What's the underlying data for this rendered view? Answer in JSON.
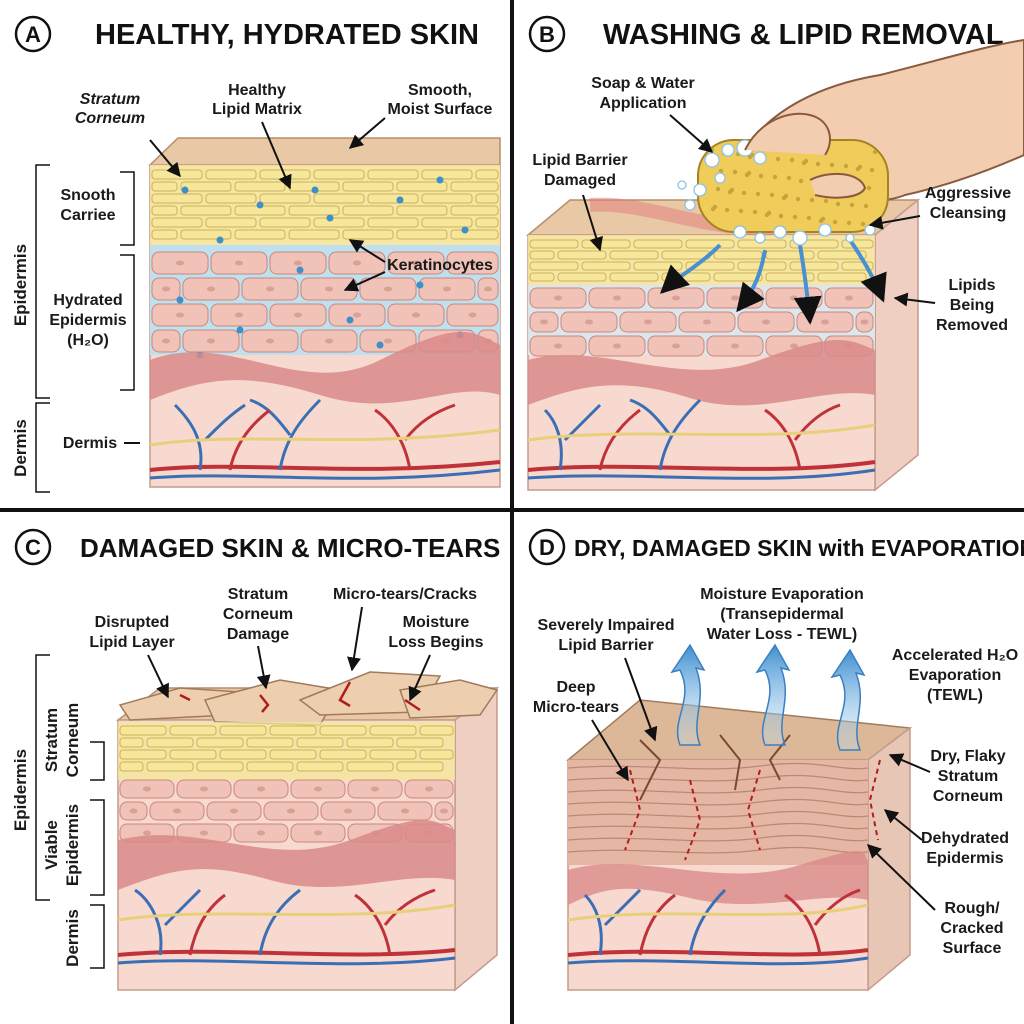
{
  "panels": {
    "a": {
      "letter": "A",
      "title": "HEALTHY, HYDRATED SKIN",
      "labels": {
        "stratum_corneum_1": "Stratum",
        "stratum_corneum_2": "Corneum",
        "lipid_matrix_1": "Healthy",
        "lipid_matrix_2": "Lipid Matrix",
        "smooth_surface_1": "Smooth,",
        "smooth_surface_2": "Moist Surface",
        "smooth_barrier_1": "Snooth",
        "smooth_barrier_2": "Carriee",
        "keratinocytes": "Keratinocytes",
        "hydrated_1": "Hydrated",
        "hydrated_2": "Epidermis",
        "hydrated_3": "(H₂O)",
        "dermis": "Dermis",
        "side_epidermis": "Epidermis",
        "side_dermis": "Dermis"
      }
    },
    "b": {
      "letter": "B",
      "title": "WASHING & LIPID REMOVAL",
      "labels": {
        "soap_1": "Soap & Water",
        "soap_2": "Application",
        "lipid_damaged_1": "Lipid Barrier",
        "lipid_damaged_2": "Damaged",
        "aggressive_1": "Aggressive",
        "aggressive_2": "Cleansing",
        "lipids_removed_1": "Lipids",
        "lipids_removed_2": "Being",
        "lipids_removed_3": "Removed"
      }
    },
    "c": {
      "letter": "C",
      "title": "DAMAGED SKIN & MICRO-TEARS",
      "labels": {
        "disrupted_1": "Disrupted",
        "disrupted_2": "Lipid Layer",
        "sc_damage_1": "Stratum",
        "sc_damage_2": "Corneum",
        "sc_damage_3": "Damage",
        "microtears": "Micro-tears/Cracks",
        "moisture_loss_1": "Moisture",
        "moisture_loss_2": "Loss Begins",
        "side_epidermis": "Epidermis",
        "side_sc_1": "Stratum",
        "side_sc_2": "Corneum",
        "side_viable_1": "Viable",
        "side_viable_2": "Epidermis",
        "side_dermis": "Dermis"
      }
    },
    "d": {
      "letter": "D",
      "title": "DRY, DAMAGED SKIN with EVAPORATION",
      "labels": {
        "impaired_1": "Severely Impaired",
        "impaired_2": "Lipid Barrier",
        "evap_1": "Moisture Evaporation",
        "evap_2": "(Transepidermal",
        "evap_3": "Water Loss - TEWL)",
        "accel_1": "Accelerated H₂O",
        "accel_2": "Evaporation",
        "accel_3": "(TEWL)",
        "deep_1": "Deep",
        "deep_2": "Micro-tears",
        "dry_1": "Dry, Flaky",
        "dry_2": "Stratum",
        "dry_3": "Corneum",
        "dehydrated_1": "Dehydrated",
        "dehydrated_2": "Epidermis",
        "rough_1": "Rough/",
        "rough_2": "Cracked",
        "rough_3": "Surface"
      }
    }
  },
  "colors": {
    "surface": "#e9c8a6",
    "lipid": "#f6e79a",
    "lipid_stroke": "#c9b25a",
    "cell": "#f1c3b8",
    "cell_stroke": "#c9877b",
    "water": "#bfe0ef",
    "water_dot": "#3f8fc9",
    "basal": "#d98a8a",
    "dermis": "#f7d9cf",
    "artery": "#c0323a",
    "vein": "#3a6fb5",
    "fiber": "#e8cf7a",
    "crack": "#b11d1d",
    "arrow_blue": "#4a8fd1",
    "sponge": "#f0cc5a",
    "skin_hand": "#f3cdb0"
  }
}
